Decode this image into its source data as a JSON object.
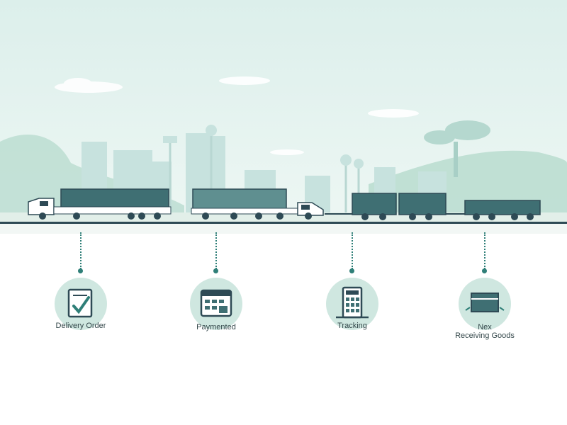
{
  "diagram": {
    "steps": [
      {
        "title": "Delivery Order",
        "icon": "document-checkmark-icon"
      },
      {
        "title": "Paymented",
        "icon": "payment-terminal-icon"
      },
      {
        "title": "Tracking",
        "icon": "calculator-icon"
      },
      {
        "title": "Nex\nReceiving Goods",
        "icon": "cargo-box-icon"
      }
    ],
    "colors": {
      "accent": "#2f7f78",
      "sky": "#dcefeb",
      "trailer": "#3f6f73",
      "road": "#2e4a55"
    }
  }
}
